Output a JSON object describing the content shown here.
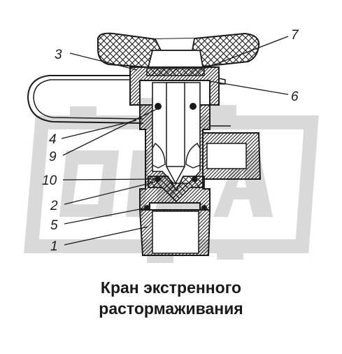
{
  "caption": {
    "line1": "Кран экстренного",
    "line2": "растормаживания"
  },
  "callouts": [
    {
      "id": "label-3",
      "text": "3"
    },
    {
      "id": "label-7",
      "text": "7"
    },
    {
      "id": "label-6",
      "text": "6"
    },
    {
      "id": "label-4",
      "text": "4"
    },
    {
      "id": "label-9",
      "text": "9"
    },
    {
      "id": "label-10",
      "text": "10"
    },
    {
      "id": "label-2",
      "text": "2"
    },
    {
      "id": "label-5",
      "text": "5"
    },
    {
      "id": "label-1",
      "text": "1"
    }
  ],
  "colors": {
    "line": "#1a1a1a",
    "watermark": "#d9d9d9"
  }
}
